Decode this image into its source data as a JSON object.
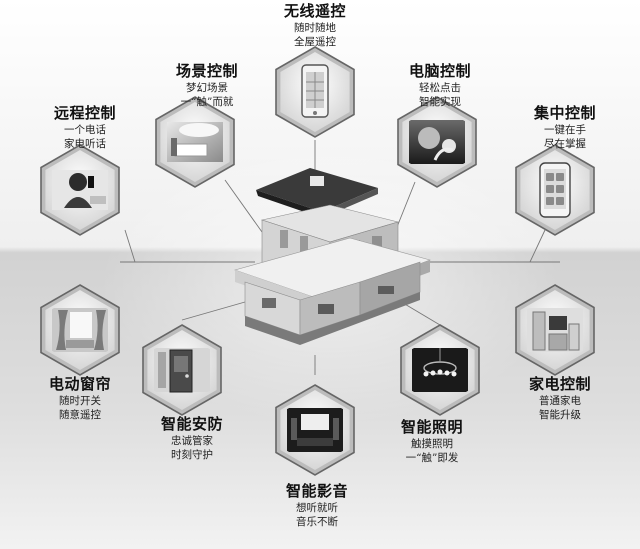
{
  "features": [
    {
      "id": "wireless",
      "title": "无线遥控",
      "lines": [
        "随时随地",
        "全屋遥控"
      ],
      "icon": "phone-icon"
    },
    {
      "id": "scene",
      "title": "场景控制",
      "lines": [
        "梦幻场景",
        "一“触”而就"
      ],
      "icon": "bedroom-scene-icon"
    },
    {
      "id": "computer",
      "title": "电脑控制",
      "lines": [
        "轻松点击",
        "智能实现"
      ],
      "icon": "computer-touch-icon"
    },
    {
      "id": "remote",
      "title": "远程控制",
      "lines": [
        "一个电话",
        "家电听话"
      ],
      "icon": "woman-phone-icon"
    },
    {
      "id": "central",
      "title": "集中控制",
      "lines": [
        "一键在手",
        "尽在掌握"
      ],
      "icon": "smartphone-app-icon"
    },
    {
      "id": "curtain",
      "title": "电动窗帘",
      "lines": [
        "随时开关",
        "随意遥控"
      ],
      "icon": "curtain-window-icon"
    },
    {
      "id": "security",
      "title": "智能安防",
      "lines": [
        "忠诚管家",
        "时刻守护"
      ],
      "icon": "door-security-icon"
    },
    {
      "id": "audio",
      "title": "智能影音",
      "lines": [
        "想听就听",
        "音乐不断"
      ],
      "icon": "home-theater-icon"
    },
    {
      "id": "lighting",
      "title": "智能照明",
      "lines": [
        "触摸照明",
        "一“触”即发"
      ],
      "icon": "chandelier-icon"
    },
    {
      "id": "appliance",
      "title": "家电控制",
      "lines": [
        "普通家电",
        "智能升级"
      ],
      "icon": "appliances-icon"
    }
  ]
}
